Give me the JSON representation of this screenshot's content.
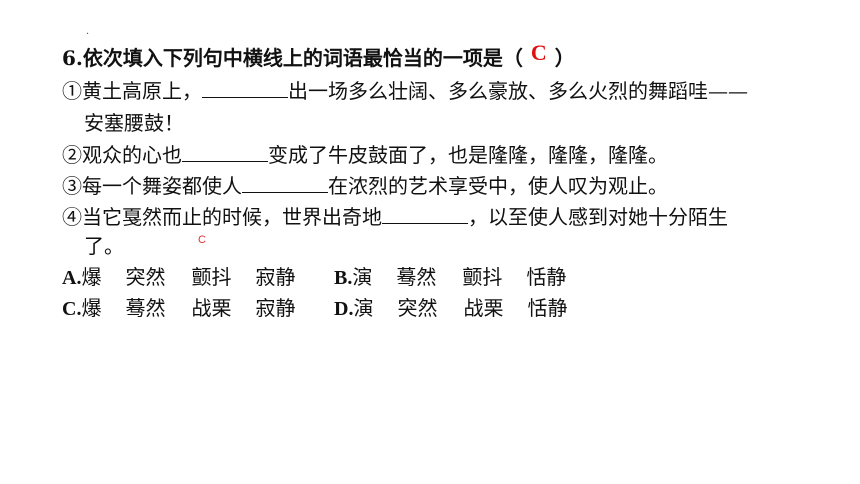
{
  "dot": "·",
  "question": {
    "number": "6.",
    "stem": "依次填入下列句中横线上的词语最恰当的一项是（",
    "stem_close": "）",
    "answer": "C"
  },
  "sentences": [
    {
      "before": "①黄土高原上，",
      "after": "出一场多么壮阔、多么豪放、多么火烈的舞蹈哇——",
      "continuation": "安塞腰鼓！"
    },
    {
      "before": "②观众的心也",
      "after": "变成了牛皮鼓面了，也是隆隆，隆隆，隆隆。"
    },
    {
      "before": "③每一个舞姿都使人",
      "after": "在浓烈的艺术享受中，使人叹为观止。"
    },
    {
      "before": "④当它戛然而止的时候，世界出奇地",
      "after": "，以至使人感到对她十分陌生",
      "continuation": "了。"
    }
  ],
  "margin_note": "C",
  "options": [
    {
      "label": "A.",
      "words": [
        "爆",
        "突然",
        "颤抖",
        "寂静"
      ]
    },
    {
      "label": "B.",
      "words": [
        "演",
        "蓦然",
        "颤抖",
        "恬静"
      ]
    },
    {
      "label": "C.",
      "words": [
        "爆",
        "蓦然",
        "战栗",
        "寂静"
      ]
    },
    {
      "label": "D.",
      "words": [
        "演",
        "突然",
        "战栗",
        "恬静"
      ]
    }
  ],
  "colors": {
    "text": "#111111",
    "answer": "#e01010",
    "background": "#ffffff"
  }
}
